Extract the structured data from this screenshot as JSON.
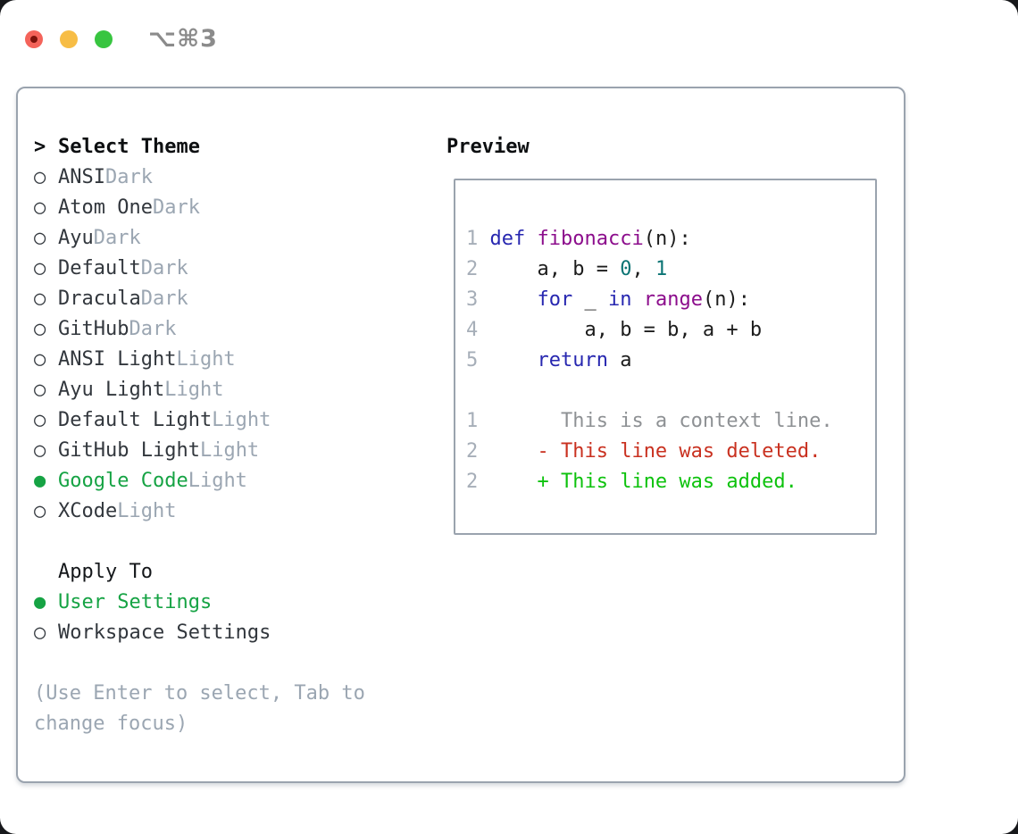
{
  "titlebar": {
    "hotkey": "⌥⌘3"
  },
  "colors": {
    "accent_green": "#16a344",
    "diff_red": "#c93120",
    "diff_green": "#0dc20d",
    "keyword_blue": "#2727b0",
    "function_purple": "#8c0d8c",
    "number_teal": "#0b7474",
    "muted_gray": "#9ba6b2",
    "border_gray": "#9aa3ae"
  },
  "sidebar": {
    "header": {
      "marker": ">",
      "label": "Select Theme"
    },
    "themes": [
      {
        "marker": "○",
        "name": "ANSI",
        "variant": "Dark",
        "selected": false
      },
      {
        "marker": "○",
        "name": "Atom One",
        "variant": "Dark",
        "selected": false
      },
      {
        "marker": "○",
        "name": "Ayu",
        "variant": "Dark",
        "selected": false
      },
      {
        "marker": "○",
        "name": "Default",
        "variant": "Dark",
        "selected": false
      },
      {
        "marker": "○",
        "name": "Dracula",
        "variant": "Dark",
        "selected": false
      },
      {
        "marker": "○",
        "name": "GitHub",
        "variant": "Dark",
        "selected": false
      },
      {
        "marker": "○",
        "name": "ANSI Light",
        "variant": "Light",
        "selected": false
      },
      {
        "marker": "○",
        "name": "Ayu Light",
        "variant": "Light",
        "selected": false
      },
      {
        "marker": "○",
        "name": "Default Light",
        "variant": "Light",
        "selected": false
      },
      {
        "marker": "○",
        "name": "GitHub Light",
        "variant": "Light",
        "selected": false
      },
      {
        "marker": "●",
        "name": "Google Code",
        "variant": "Light",
        "selected": true
      },
      {
        "marker": "○",
        "name": "XCode",
        "variant": "Light",
        "selected": false
      }
    ],
    "apply_to": {
      "label": "Apply To",
      "options": [
        {
          "marker": "●",
          "label": "User Settings",
          "selected": true
        },
        {
          "marker": "○",
          "label": "Workspace Settings",
          "selected": false
        }
      ]
    },
    "hint_line1": "(Use Enter to select, Tab to",
    "hint_line2": "change focus)"
  },
  "preview": {
    "heading": "Preview",
    "code": {
      "l1": {
        "n": "1",
        "sp": " ",
        "kw": "def",
        "sp2": " ",
        "fn": "fibonacci",
        "tail": "(n):"
      },
      "l2": {
        "n": "2",
        "lead": "     ",
        "pre": "a, b = ",
        "num1": "0",
        "mid": ", ",
        "num2": "1"
      },
      "l3": {
        "n": "3",
        "lead": "     ",
        "kw1": "for",
        "mid": " _ ",
        "kw2": "in",
        "sp": " ",
        "fn": "range",
        "tail": "(n):"
      },
      "l4": {
        "n": "4",
        "text": "         a, b = b, a + b"
      },
      "l5": {
        "n": "5",
        "lead": "     ",
        "kw": "return",
        "tail": " a"
      }
    },
    "diff": {
      "context": {
        "n": "1",
        "lead": "       ",
        "text": "This is a context line."
      },
      "deleted": {
        "n": "2",
        "lead": "     ",
        "text": "- This line was deleted."
      },
      "added": {
        "n": "2",
        "lead": "     ",
        "text": "+ This line was added."
      }
    }
  }
}
